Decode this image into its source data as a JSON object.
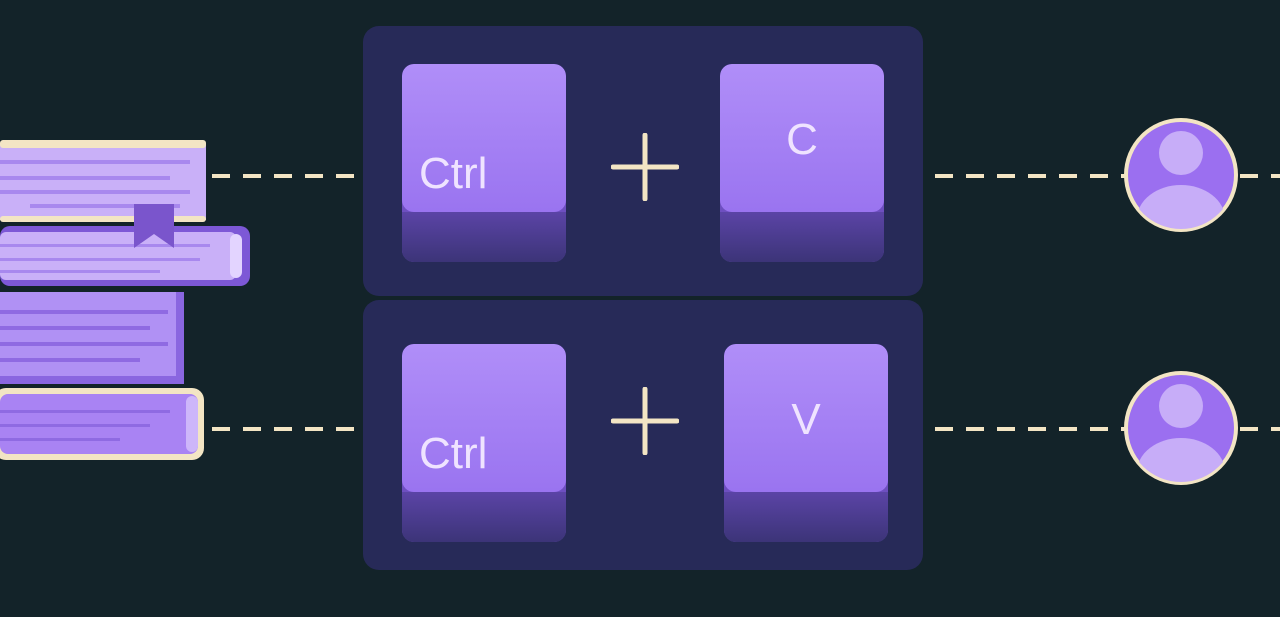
{
  "shortcuts": {
    "copy": {
      "modifier_key": "Ctrl",
      "plus_symbol": "+",
      "letter_key": "C"
    },
    "paste": {
      "modifier_key": "Ctrl",
      "plus_symbol": "+",
      "letter_key": "V"
    }
  },
  "icons": {
    "books": "books-stack-icon",
    "bookmark": "bookmark-icon",
    "plus": "plus-icon",
    "avatar": "user-avatar-icon"
  },
  "colors": {
    "background": "#132329",
    "panel": "#272a58",
    "key_top": "#a985f6",
    "key_side": "#4b3c8e",
    "key_label": "#efe3ff",
    "accent_cream": "#f3e5c4",
    "avatar_fill": "#9b6ff0"
  }
}
